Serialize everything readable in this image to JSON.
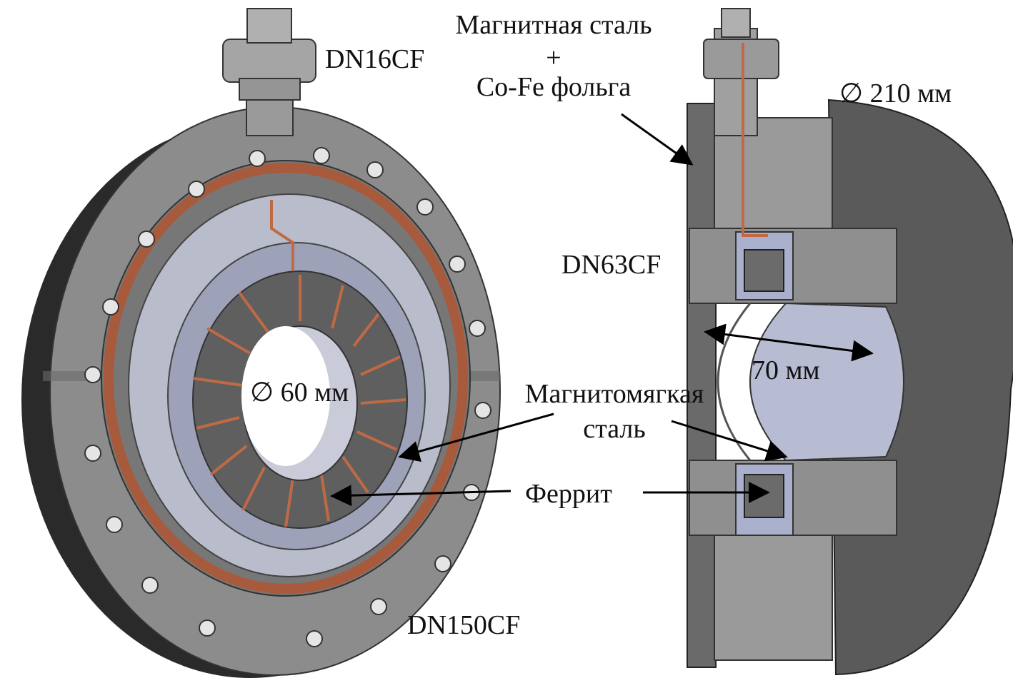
{
  "labels": {
    "magnetic_steel": "Магнитная сталь",
    "plus": "+",
    "cofe_foil": "Co-Fe фольга",
    "diameter_210": "∅ 210 мм",
    "dn16cf": "DN16CF",
    "dn63cf": "DN63CF",
    "length_70": "70 мм",
    "diameter_60": "∅ 60 мм",
    "soft_magnetic_steel_line1": "Магнитомягкая",
    "soft_magnetic_steel_line2": "сталь",
    "ferrite": "Феррит",
    "dn150cf": "DN150CF"
  },
  "colors": {
    "steel": "#8a8a8a",
    "dark_steel": "#5e5e5e",
    "copper": "#a85a3c",
    "ferrite": "#6b6b6b",
    "inner_liner": "#aab0cc"
  }
}
